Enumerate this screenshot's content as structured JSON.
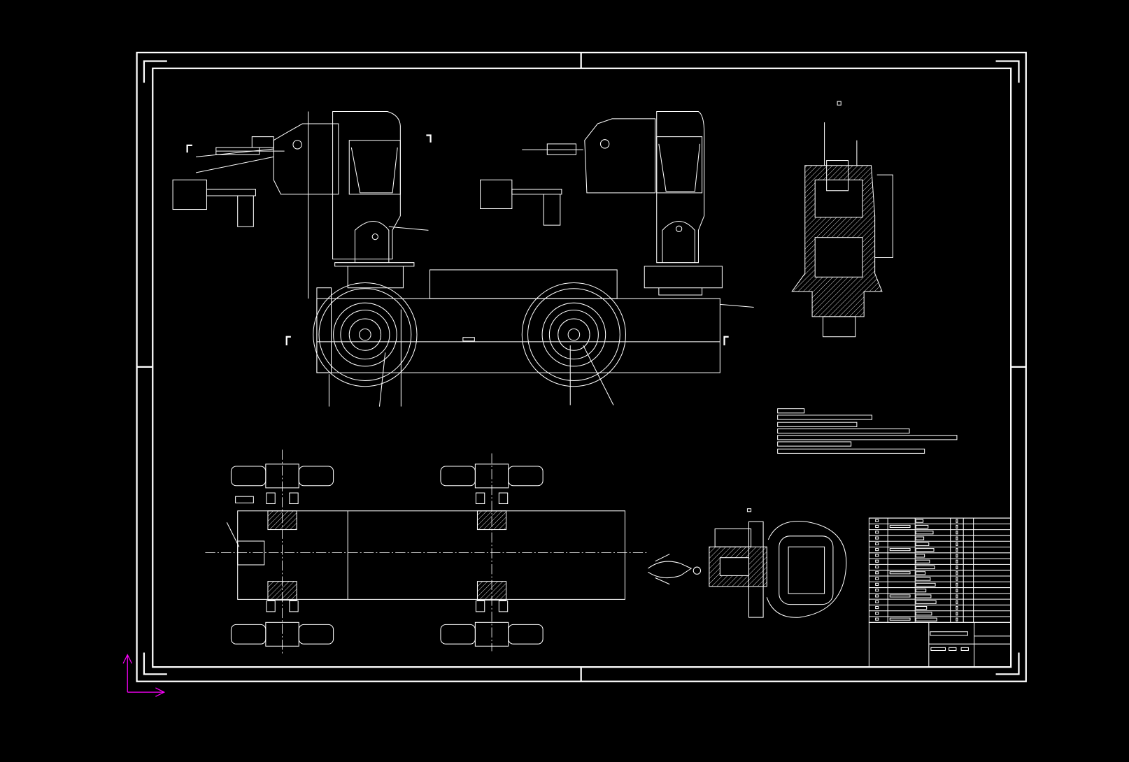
{
  "drawing": {
    "background_color": "#000000",
    "line_color": "#ffffff",
    "ucs_icon_color": "#ff00ff",
    "views": [
      "side-view-robot-left",
      "side-view-robot-right",
      "section-view",
      "plan-view",
      "gripper-detail",
      "notes-block",
      "parts-list",
      "title-block"
    ],
    "parts_list_rows": 18
  }
}
